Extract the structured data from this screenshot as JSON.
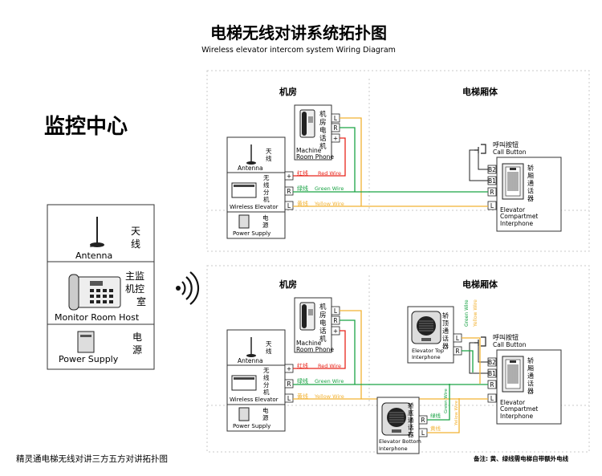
{
  "title_cn": "电梯无线对讲系统拓扑图",
  "title_en": "Wireless elevator intercom system Wiring Diagram",
  "monitor_center": {
    "title": "监控中心",
    "antenna_cn": "天线",
    "antenna_en": "Antenna",
    "host_cn": "主监机控室",
    "host_en": "Monitor Room Host",
    "power_cn": "电源",
    "power_en": "Power Supply"
  },
  "caption": "精灵通电梯无线对讲三方五方对讲拓扑图",
  "note": "备注: 黄、绿线需电梯自带额外电线",
  "labels": {
    "machine_room": "机房",
    "elevator_car": "电梯厢体",
    "phone_cn": "机房电话机",
    "phone_en1": "Machine",
    "phone_en2": "Room Phone",
    "antenna_cn": "天线",
    "antenna_en": "Antenna",
    "wireless_cn": "无线分机",
    "wireless_en": "Wireless Elevator",
    "power_cn": "电源",
    "power_en": "Power Supply",
    "call_cn": "呼叫按钮",
    "call_en": "Call Button",
    "car_cn": "轿厢通话器",
    "car_en1": "Elevator",
    "car_en2": "Compartmet",
    "car_en3": "Interphone",
    "top_cn": "轿顶通话器",
    "top_en1": "Elevator Top",
    "top_en2": "Interphone",
    "bottom_cn": "轿底通话器",
    "bottom_en1": "Elevator Bottom",
    "bottom_en2": "Interphone"
  },
  "wires": {
    "red_cn": "红线",
    "red_en": "Red Wire",
    "green_cn": "绿线",
    "green_en": "Green Wire",
    "yellow_cn": "黄线",
    "yellow_en": "Yellow Wire"
  },
  "terminals": {
    "l": "L",
    "r": "R",
    "plus": "+",
    "b1": "B1",
    "b2": "B2"
  },
  "colors": {
    "red": "#e8261c",
    "green": "#1aa345",
    "yellow": "#f2b233",
    "frame": "#c8c8c8"
  }
}
